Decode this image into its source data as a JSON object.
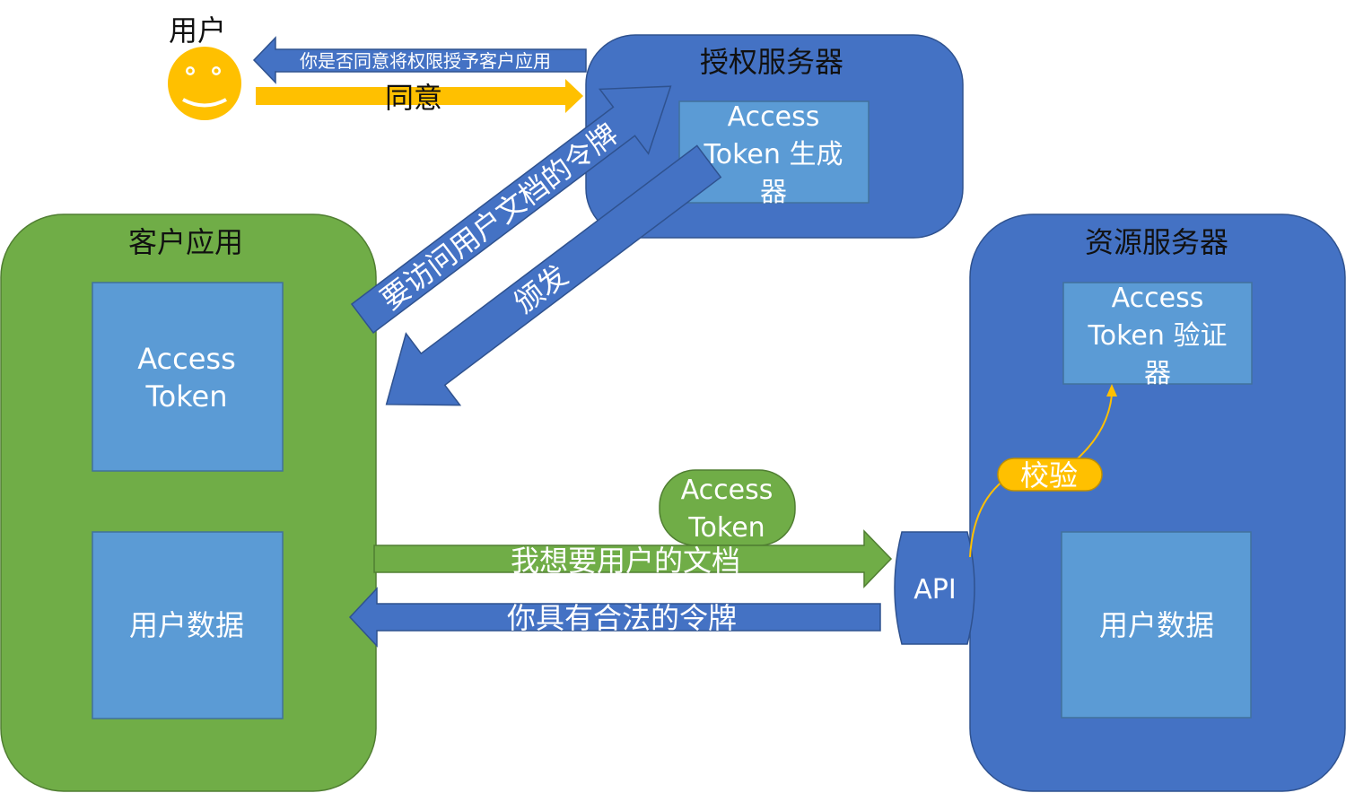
{
  "colors": {
    "client_green": "#70AD47",
    "server_blue": "#4472C4",
    "inner_blue": "#5B9BD5",
    "accent_yellow": "#FFC000",
    "border_blue": "#2F528F",
    "border_green": "#507E32"
  },
  "user": {
    "label": "用户",
    "icon": "smiley-face-icon"
  },
  "auth_server": {
    "title": "授权服务器",
    "generator_lines": [
      "Access",
      "Token 生成",
      "器"
    ]
  },
  "client_app": {
    "title": "客户应用",
    "token_lines": [
      "Access",
      "Token"
    ],
    "user_data": "用户数据"
  },
  "resource_server": {
    "title": "资源服务器",
    "validator_lines": [
      "Access",
      "Token 验证",
      "器"
    ],
    "user_data": "用户数据",
    "api_label": "API",
    "verify_label": "校验"
  },
  "arrows": {
    "consent_request": "你是否同意将权限授予客户应用",
    "consent_reply": "同意",
    "request_token": "要访问用户文档的令牌",
    "issue_token": "颁发",
    "request_docs": "我想要用户的文档",
    "valid_token_reply": "你具有合法的令牌",
    "token_badge_lines": [
      "Access",
      "Token"
    ]
  }
}
